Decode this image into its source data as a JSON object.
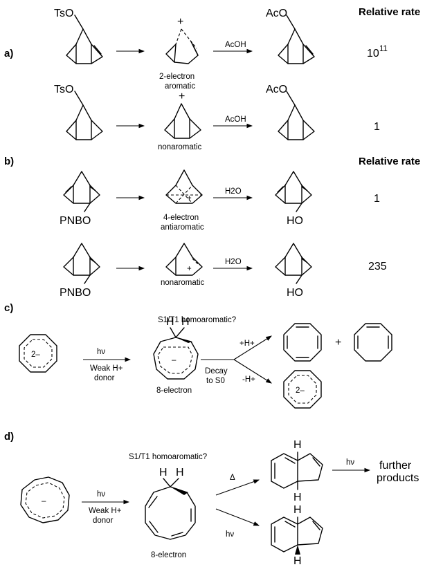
{
  "headers": {
    "relative_rate_ab": "Relative rate",
    "relative_rate_b": "Relative rate"
  },
  "sections": {
    "a": "a)",
    "b": "b)",
    "c": "c)",
    "d": "d)"
  },
  "section_a": {
    "row1": {
      "reactant_group": "TsO",
      "intermediate_label_1": "2-electron",
      "intermediate_label_2": "aromatic",
      "reagent": "AcOH",
      "product_group": "AcO",
      "rate": "10",
      "rate_exponent": "11"
    },
    "row2": {
      "reactant_group": "TsO",
      "intermediate_label": "nonaromatic",
      "reagent": "AcOH",
      "product_group": "AcO",
      "rate": "1"
    }
  },
  "section_b": {
    "row1": {
      "reactant_group": "PNBO",
      "intermediate_label_1": "4-electron",
      "intermediate_label_2": "antiaromatic",
      "reagent": "H2O",
      "product_group": "HO",
      "rate": "1"
    },
    "row2": {
      "reactant_group": "PNBO",
      "intermediate_label": "nonaromatic",
      "reagent": "H2O",
      "product_group": "HO",
      "rate": "235"
    }
  },
  "section_c": {
    "title": "S1/T1 homoaromatic?",
    "reactant_charge": "2–",
    "conditions": [
      "hν",
      "Weak H+",
      "donor"
    ],
    "intermediate_label": "8-electron",
    "intermediate_charge": "–",
    "decay": [
      "Decay",
      "to S0"
    ],
    "upper_reagent": "+H+",
    "lower_reagent": "-H+",
    "plus": "+",
    "product_charge": "2–"
  },
  "section_d": {
    "title": "S1/T1 homoaromatic?",
    "reactant_charge": "–",
    "conditions": [
      "hν",
      "Weak H+",
      "donor"
    ],
    "intermediate_label": "8-electron",
    "upper_condition": "Δ",
    "lower_condition": "hν",
    "further_condition": "hν",
    "further_products": [
      "further",
      "products"
    ]
  },
  "atom_labels": {
    "h": "H",
    "plus": "+"
  }
}
